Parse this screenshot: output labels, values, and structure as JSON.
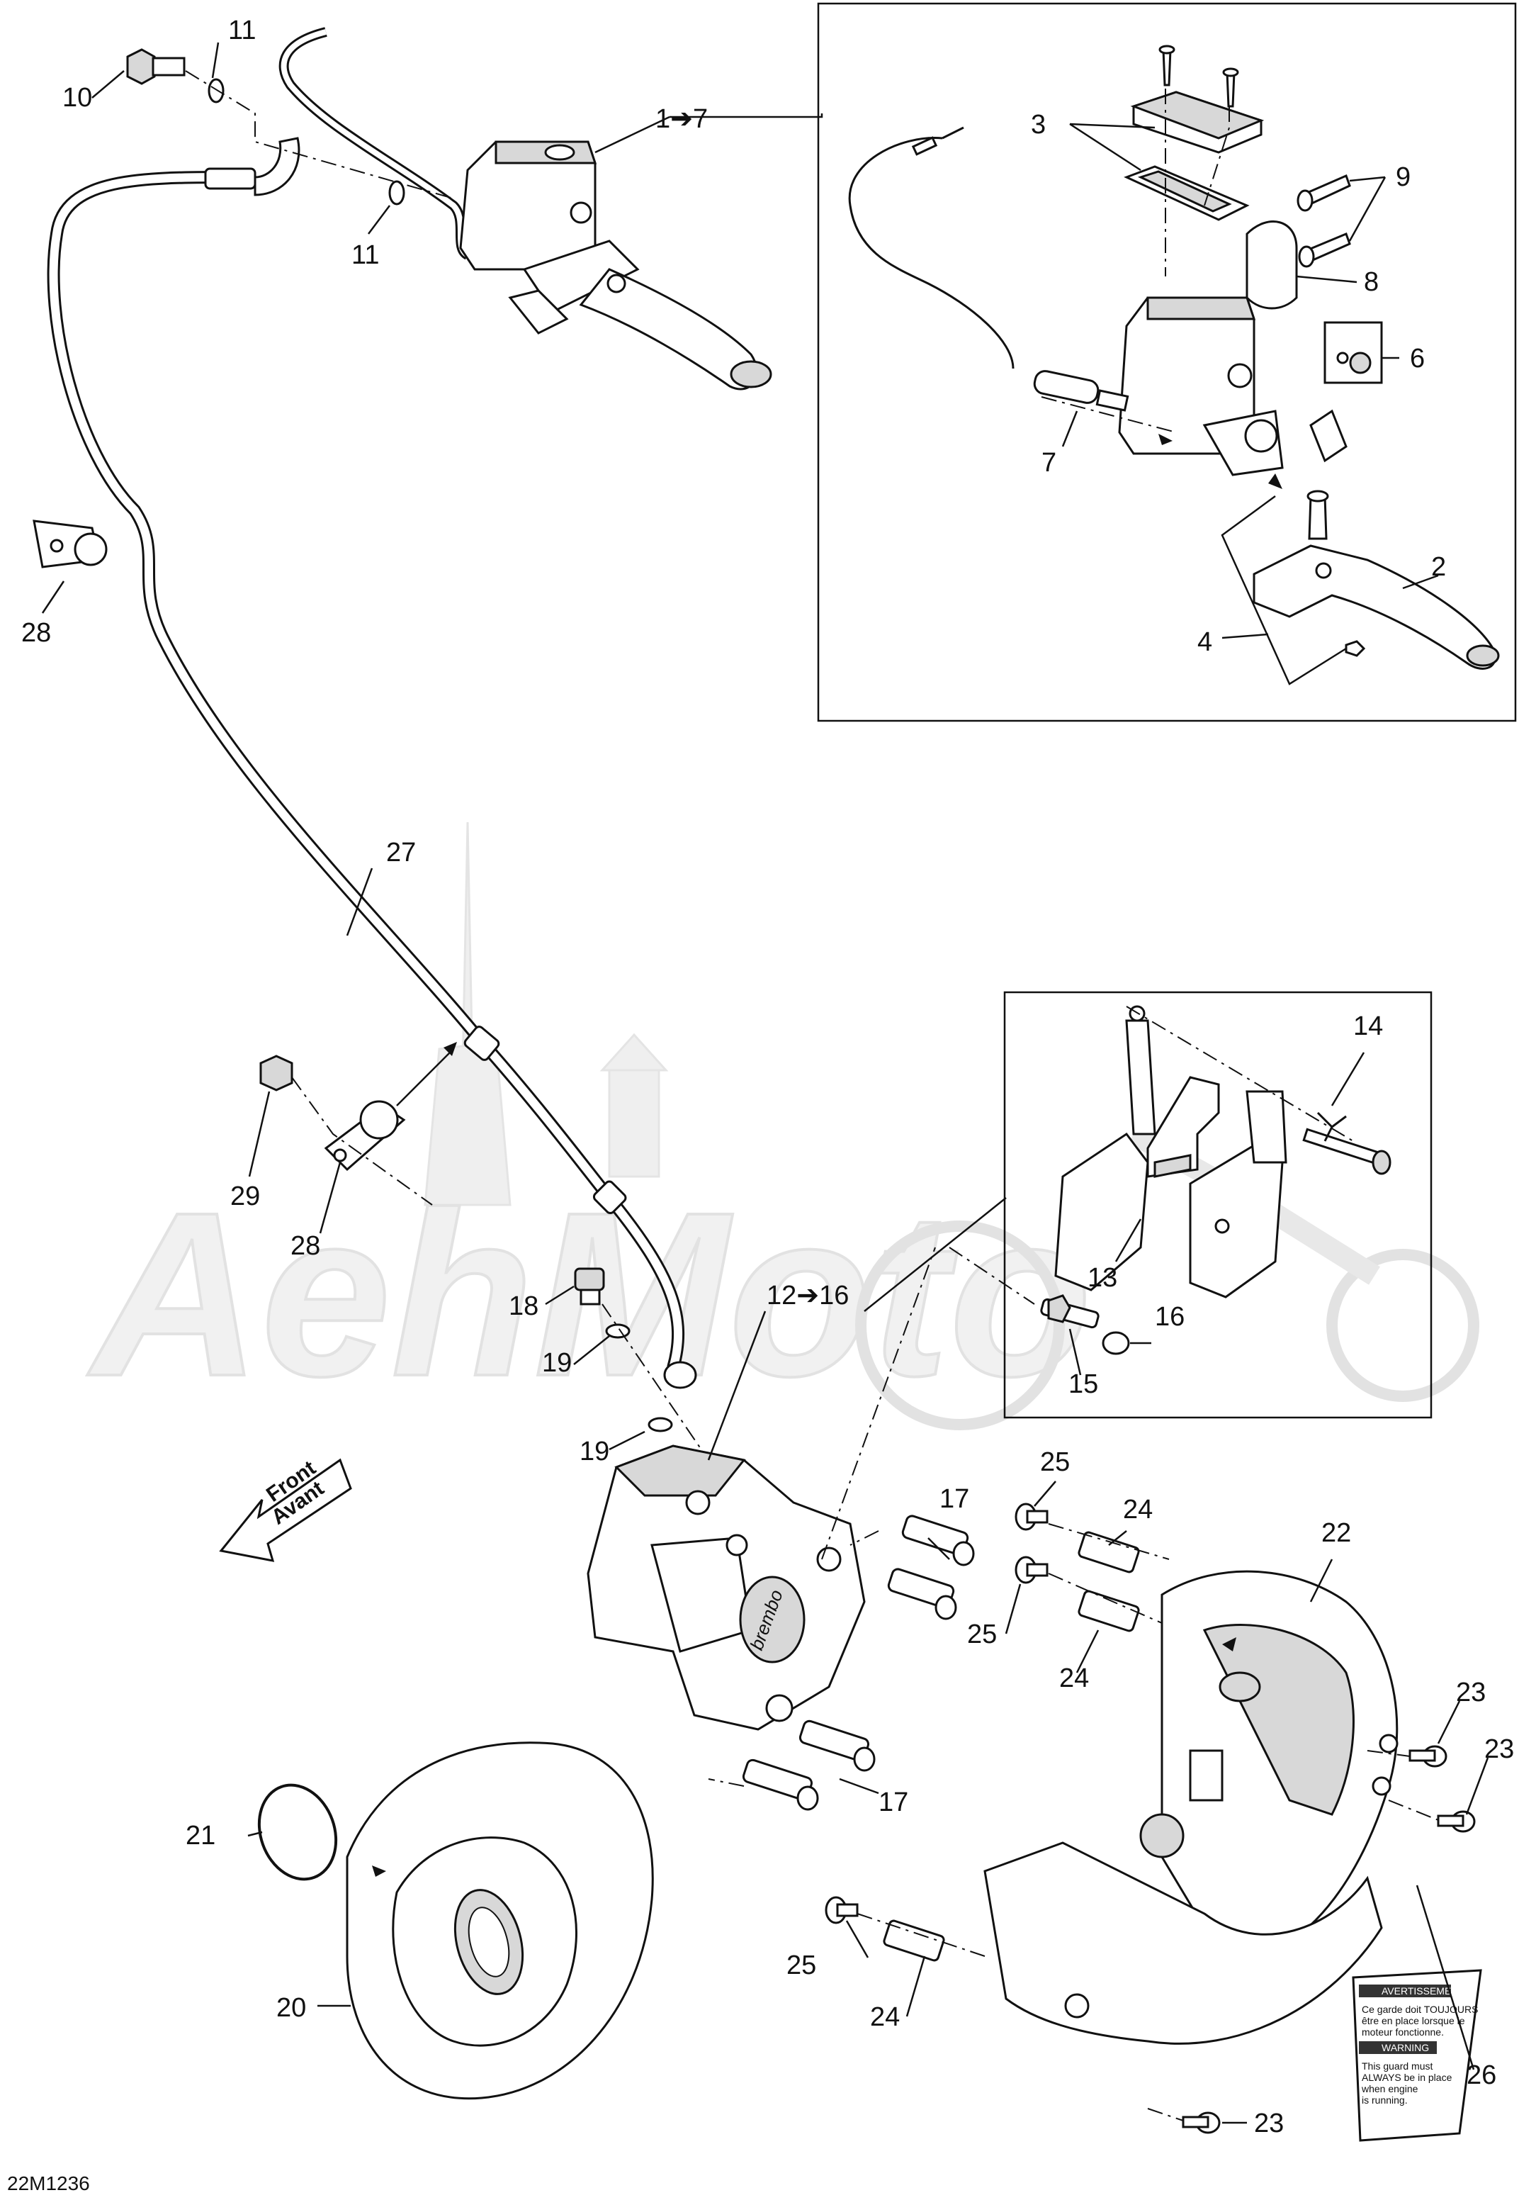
{
  "diagram": {
    "code": "22M1236",
    "front_arrow": {
      "line1": "Front",
      "line2": "Avant"
    },
    "watermark": "AehMoto",
    "callouts": {
      "c1_7": "1➔7",
      "c2": "2",
      "c3": "3",
      "c4": "4",
      "c6": "6",
      "c7": "7",
      "c8": "8",
      "c9": "9",
      "c10": "10",
      "c11a": "11",
      "c11b": "11",
      "c12_16": "12➔16",
      "c13": "13",
      "c14": "14",
      "c15": "15",
      "c16": "16",
      "c17a": "17",
      "c17b": "17",
      "c18": "18",
      "c19a": "19",
      "c19b": "19",
      "c20": "20",
      "c21": "21",
      "c22": "22",
      "c23a": "23",
      "c23b": "23",
      "c23c": "23",
      "c24a": "24",
      "c24b": "24",
      "c24c": "24",
      "c25a": "25",
      "c25b": "25",
      "c25c": "25",
      "c26": "26",
      "c27": "27",
      "c28a": "28",
      "c28b": "28",
      "c29": "29"
    },
    "sticker": {
      "heading_fr": "AVERTISSEMENT",
      "text_fr_1": "Ce garde doit TOUJOURS",
      "text_fr_2": "être en place lorsque le",
      "text_fr_3": "moteur fonctionne.",
      "heading_en": "WARNING",
      "text_en_1": "This guard must",
      "text_en_2": "ALWAYS be in place",
      "text_en_3": "when engine",
      "text_en_4": "is running."
    },
    "caliper_brand": "brembo"
  }
}
